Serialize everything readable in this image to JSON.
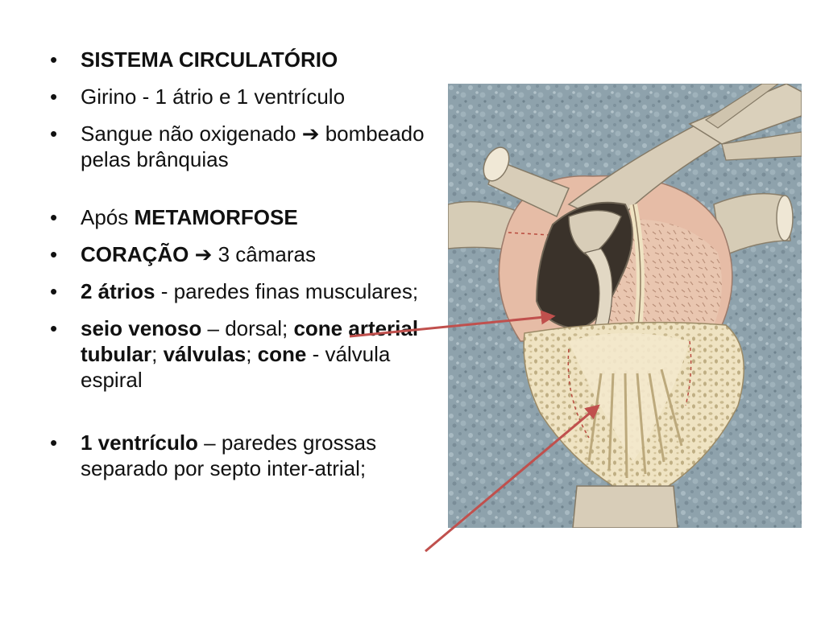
{
  "slide": {
    "bullets": [
      {
        "parts": [
          {
            "t": "SISTEMA CIRCULATÓRIO",
            "b": true
          }
        ]
      },
      {
        "parts": [
          {
            "t": "Girino - 1 átrio e 1 ventrículo",
            "b": false
          }
        ]
      },
      {
        "parts": [
          {
            "t": "Sangue não oxigenado ",
            "b": false
          },
          {
            "t": "➔",
            "b": true,
            "arrow": true
          },
          {
            "t": " bombeado pelas brânquias",
            "b": false
          }
        ]
      },
      {
        "parts": [
          {
            "t": "Após ",
            "b": false
          },
          {
            "t": "METAMORFOSE",
            "b": true
          }
        ],
        "gap": true
      },
      {
        "parts": [
          {
            "t": "CORAÇÃO ",
            "b": true
          },
          {
            "t": "➔",
            "b": true,
            "arrow": true
          },
          {
            "t": " 3 câmaras",
            "b": false
          }
        ]
      },
      {
        "parts": [
          {
            "t": "2 átrios",
            "b": true
          },
          {
            "t": " - paredes finas musculares;",
            "b": false
          }
        ]
      },
      {
        "parts": [
          {
            "t": "seio venoso",
            "b": true
          },
          {
            "t": " – dorsal; ",
            "b": false
          },
          {
            "t": "cone arterial tubular",
            "b": true
          },
          {
            "t": "; ",
            "b": false
          },
          {
            "t": "válvulas",
            "b": true
          },
          {
            "t": "; ",
            "b": false
          },
          {
            "t": "cone",
            "b": true
          },
          {
            "t": " - válvula espiral",
            "b": false
          }
        ]
      },
      {
        "parts": [
          {
            "t": "1 ventrículo",
            "b": true
          },
          {
            "t": " – paredes grossas separado por septo inter-atrial;",
            "b": false
          }
        ],
        "gap2": true
      }
    ]
  },
  "figure": {
    "background_color": "#8fa3ad",
    "heart_tissue_color": "#e8c7b2",
    "vessel_color": "#d8cdb8",
    "ventricle_color": "#efe3c2",
    "annotation_arrow_color": "#c0504d"
  }
}
